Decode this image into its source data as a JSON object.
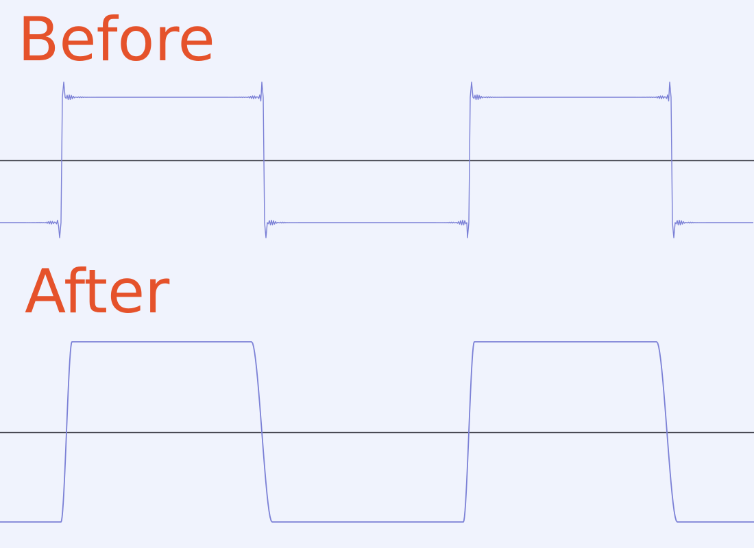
{
  "labels": {
    "before": "Before",
    "after": "After"
  },
  "colors": {
    "background": "#f0f3fd",
    "label": "#e5522b",
    "waveform": "#7b80d6",
    "axis": "#3a3a44"
  },
  "waveforms": [
    {
      "panel": "before",
      "kind": "square-wave-with-gibbs-ringing",
      "periods_visible": 2
    },
    {
      "panel": "after",
      "kind": "smoothed-square-wave",
      "periods_visible": 2
    }
  ]
}
